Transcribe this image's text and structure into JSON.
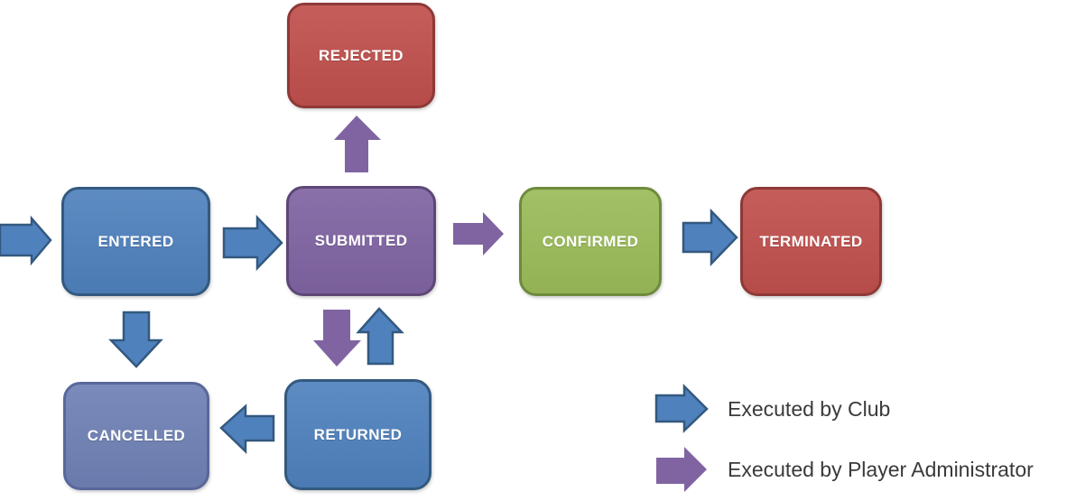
{
  "text": {
    "node_color": "#ffffff"
  },
  "colors": {
    "background": "#ffffff",
    "club_arrow_fill": "#4f81bd",
    "club_arrow_stroke": "#33597f",
    "admin_arrow_fill": "#8064a2",
    "legend_text": "#3a3a3a"
  },
  "nodes": [
    {
      "label": "REJECTED",
      "fill": "#c0504d",
      "border": "#8e3937"
    },
    {
      "label": "ENTERED",
      "fill": "#4f81bd",
      "border": "#33597f"
    },
    {
      "label": "SUBMITTED",
      "fill": "#8064a2",
      "border": "#5d4777"
    },
    {
      "label": "CONFIRMED",
      "fill": "#9bbb59",
      "border": "#6e8b3d"
    },
    {
      "label": "TERMINATED",
      "fill": "#c0504d",
      "border": "#8e3937"
    },
    {
      "label": "CANCELLED",
      "fill": "#6f81b5",
      "border": "#5a679b"
    },
    {
      "label": "RETURNED",
      "fill": "#4f81bd",
      "border": "#33597f"
    }
  ],
  "edges": [
    {
      "from": "",
      "to": "ENTERED",
      "executed_by": "Club"
    },
    {
      "from": "ENTERED",
      "to": "SUBMITTED",
      "executed_by": "Club"
    },
    {
      "from": "SUBMITTED",
      "to": "REJECTED",
      "executed_by": "Player Administrator"
    },
    {
      "from": "SUBMITTED",
      "to": "CONFIRMED",
      "executed_by": "Player Administrator"
    },
    {
      "from": "CONFIRMED",
      "to": "TERMINATED",
      "executed_by": "Club"
    },
    {
      "from": "ENTERED",
      "to": "CANCELLED",
      "executed_by": "Club"
    },
    {
      "from": "SUBMITTED",
      "to": "RETURNED",
      "executed_by": "Player Administrator"
    },
    {
      "from": "RETURNED",
      "to": "SUBMITTED",
      "executed_by": "Club"
    },
    {
      "from": "RETURNED",
      "to": "CANCELLED",
      "executed_by": "Club"
    }
  ],
  "legend": {
    "items": [
      {
        "label": "Executed by Club",
        "arrow_color": "#4f81bd"
      },
      {
        "label": "Executed by Player Administrator",
        "arrow_color": "#8064a2"
      }
    ]
  }
}
